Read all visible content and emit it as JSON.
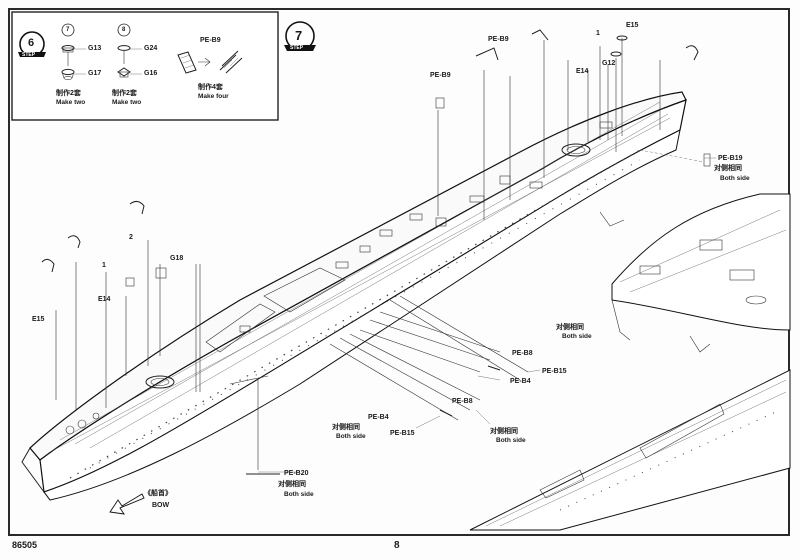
{
  "footer": {
    "product_code": "86505",
    "page_number": "8"
  },
  "step6": {
    "number": "6",
    "badge_word": "STEP",
    "sub_a": {
      "circle": "7",
      "parts": [
        "G13",
        "G17"
      ],
      "caption_cn": "制作2套",
      "caption_en": "Make two"
    },
    "sub_b": {
      "circle": "8",
      "parts": [
        "G24",
        "G16"
      ],
      "caption_cn": "制作2套",
      "caption_en": "Make two"
    },
    "sub_c": {
      "part": "PE-B9",
      "caption_cn": "制作4套",
      "caption_en": "Make four"
    }
  },
  "step7": {
    "number": "7",
    "badge_word": "STEP",
    "labels": {
      "pe_b9_top": "PE-B9",
      "pe_b9_left": "PE-B9",
      "e15_top": "E15",
      "e14_top": "E14",
      "g12_top": "G12",
      "circle1_top": "1",
      "circle2_left": "2",
      "circle1_left": "1",
      "g18": "G18",
      "e14_left": "E14",
      "e15_left": "E15",
      "pe_b19": "PE-B19",
      "pe_b19_cn": "对侧相同",
      "pe_b19_en": "Both side",
      "pe_b8_right": "PE-B8",
      "pe_b8_right_cn": "对侧相同",
      "pe_b8_right_en": "Both side",
      "pe_b15_right": "PE-B15",
      "pe_b4_right": "PE-B4",
      "pe_b8_mid": "PE-B8",
      "pe_b4_mid": "PE-B4",
      "mid_cn": "对侧相同",
      "mid_en": "Both side",
      "pe_b15_mid": "PE-B15",
      "mid_right_cn": "对侧相同",
      "mid_right_en": "Both side",
      "pe_b20": "PE-B20",
      "pe_b20_cn": "对侧相同",
      "pe_b20_en": "Both side",
      "bow_cn": "《船首》",
      "bow_en": "BOW"
    }
  }
}
